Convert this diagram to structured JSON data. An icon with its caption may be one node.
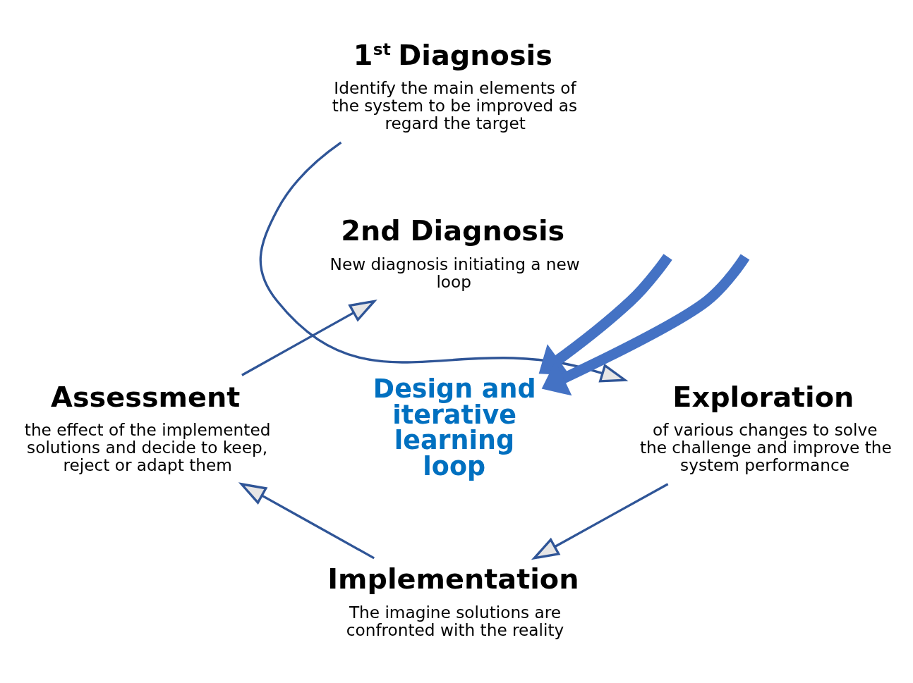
{
  "diagram": {
    "nodes": [
      {
        "text": [
          "1$^{st}$ Diagnosis",
          "Identify the main elements of the system to be improved as regard the target"
        ]
      },
      {
        "text": [
          "Exploration",
          "of various changes to solve the challenge and improve the system performance"
        ]
      },
      {
        "text": [
          "Implementation",
          "The imagine solutions are confronted with the reality"
        ]
      },
      {
        "text": [
          "Assessment",
          "the effect of the implemented solutions and decide to keep, reject or adapt them"
        ]
      },
      {
        "text": [
          "2nd Diagnosis",
          "New diagnosis initiating a new loop"
        ]
      },
      {
        "text": [
          "Design and iterative learning loop"
        ]
      }
    ],
    "edges": [
      {
        "from": 0,
        "to": 1,
        "arrow": "to"
      },
      {
        "from": 1,
        "to": 2,
        "arrow": "to"
      },
      {
        "from": 2,
        "to": 3,
        "arrow": "to"
      },
      {
        "from": 3,
        "to": 4,
        "arrow": "to"
      },
      {
        "from": null,
        "to": 5,
        "arrow": "to",
        "style": "thick",
        "color": "#4472c4"
      },
      {
        "from": null,
        "to": 5,
        "arrow": "to",
        "style": "thick",
        "color": "#4472c4"
      }
    ]
  }
}
